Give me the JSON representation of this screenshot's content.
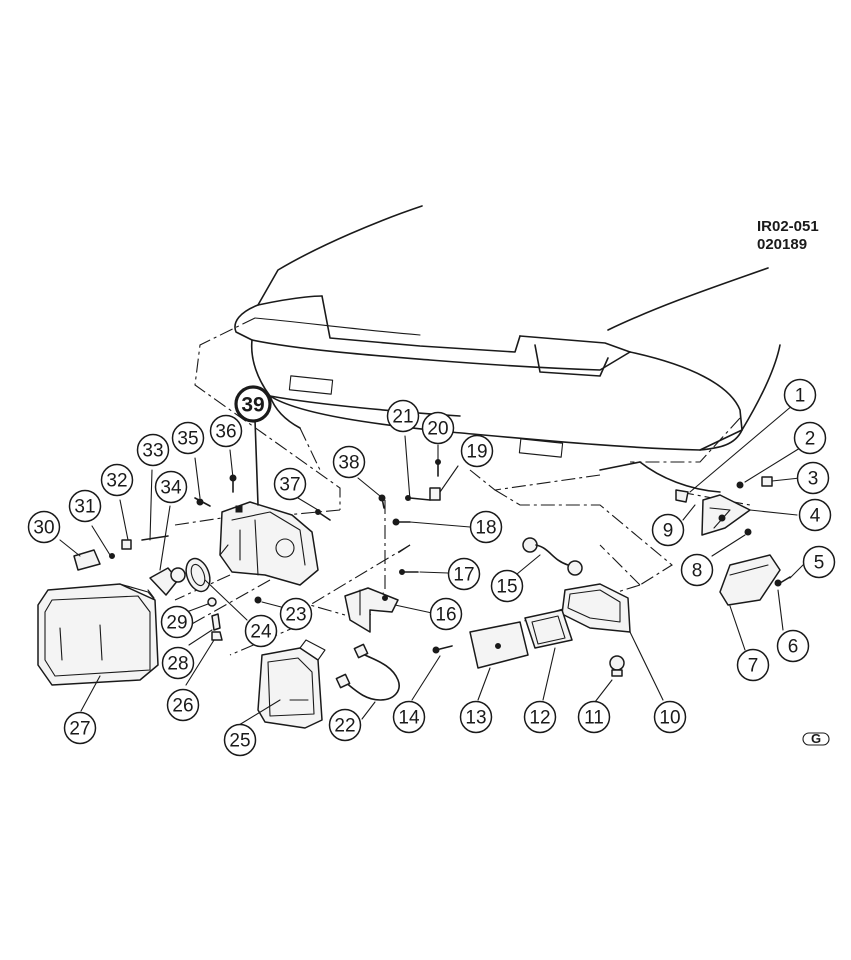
{
  "drawing": {
    "code_line1": "IR02-051",
    "code_line2": "020189",
    "logo_text": "G"
  },
  "callouts": [
    {
      "label": "1",
      "name": "callout-1"
    },
    {
      "label": "2",
      "name": "callout-2"
    },
    {
      "label": "3",
      "name": "callout-3"
    },
    {
      "label": "4",
      "name": "callout-4"
    },
    {
      "label": "5",
      "name": "callout-5"
    },
    {
      "label": "6",
      "name": "callout-6"
    },
    {
      "label": "7",
      "name": "callout-7"
    },
    {
      "label": "8",
      "name": "callout-8"
    },
    {
      "label": "9",
      "name": "callout-9"
    },
    {
      "label": "10",
      "name": "callout-10"
    },
    {
      "label": "11",
      "name": "callout-11"
    },
    {
      "label": "12",
      "name": "callout-12"
    },
    {
      "label": "13",
      "name": "callout-13"
    },
    {
      "label": "14",
      "name": "callout-14"
    },
    {
      "label": "15",
      "name": "callout-15"
    },
    {
      "label": "16",
      "name": "callout-16"
    },
    {
      "label": "17",
      "name": "callout-17"
    },
    {
      "label": "18",
      "name": "callout-18"
    },
    {
      "label": "19",
      "name": "callout-19"
    },
    {
      "label": "20",
      "name": "callout-20"
    },
    {
      "label": "21",
      "name": "callout-21"
    },
    {
      "label": "22",
      "name": "callout-22"
    },
    {
      "label": "23",
      "name": "callout-23"
    },
    {
      "label": "24",
      "name": "callout-24"
    },
    {
      "label": "25",
      "name": "callout-25"
    },
    {
      "label": "26",
      "name": "callout-26"
    },
    {
      "label": "27",
      "name": "callout-27"
    },
    {
      "label": "28",
      "name": "callout-28"
    },
    {
      "label": "29",
      "name": "callout-29"
    },
    {
      "label": "30",
      "name": "callout-30"
    },
    {
      "label": "31",
      "name": "callout-31"
    },
    {
      "label": "32",
      "name": "callout-32"
    },
    {
      "label": "33",
      "name": "callout-33"
    },
    {
      "label": "34",
      "name": "callout-34"
    },
    {
      "label": "35",
      "name": "callout-35"
    },
    {
      "label": "36",
      "name": "callout-36"
    },
    {
      "label": "37",
      "name": "callout-37"
    },
    {
      "label": "38",
      "name": "callout-38"
    },
    {
      "label": "39",
      "name": "callout-39",
      "emphasis": true
    }
  ]
}
